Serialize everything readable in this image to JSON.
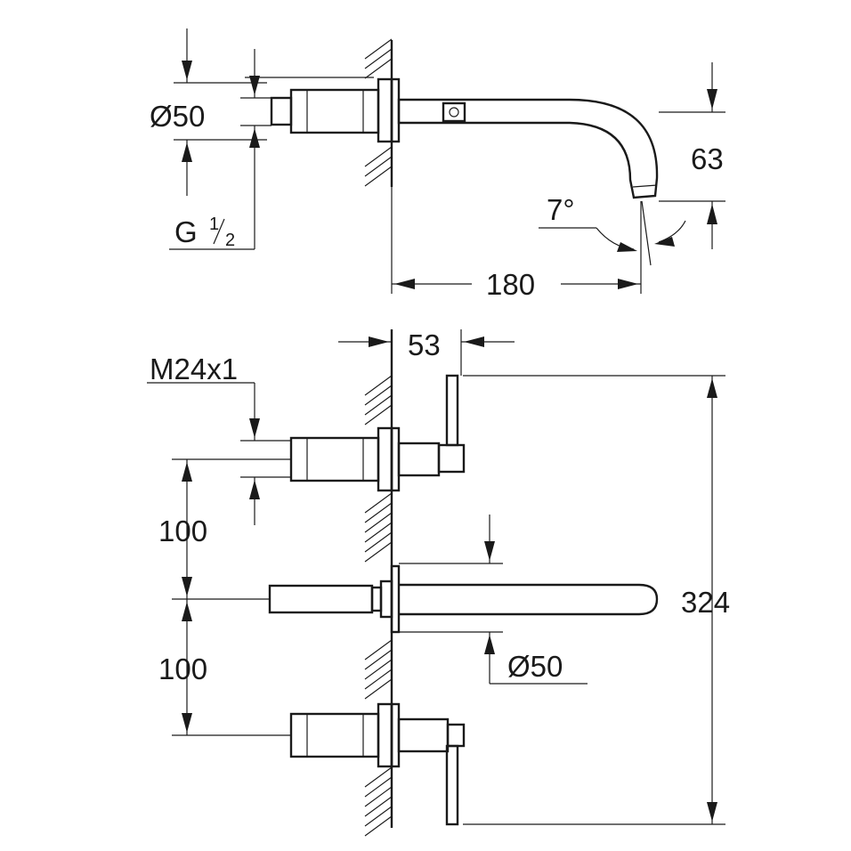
{
  "side_view": {
    "dims": {
      "diameter": "Ø50",
      "thread_g": "G",
      "thread_frac_num": "1",
      "thread_frac_den": "2",
      "height": "63",
      "angle": "7°",
      "length": "180"
    }
  },
  "front_view": {
    "dims": {
      "projection": "53",
      "thread_m": "M24x1",
      "spacing_top": "100",
      "spacing_bottom": "100",
      "total_height": "324",
      "diameter": "Ø50"
    }
  }
}
